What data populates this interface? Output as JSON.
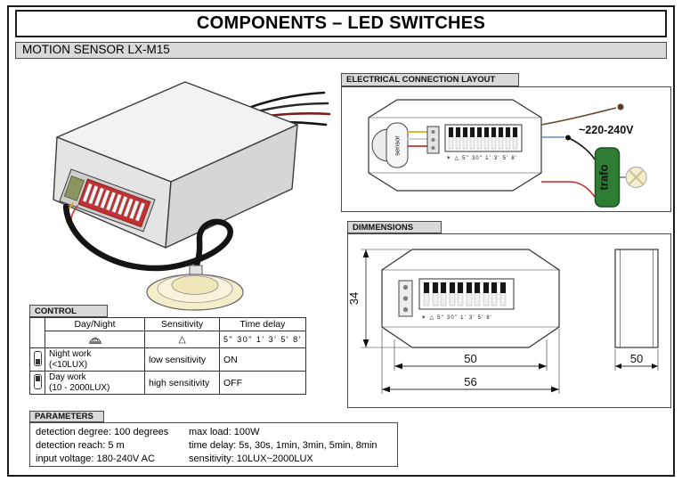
{
  "page": {
    "title": "COMPONENTS – LED SWITCHES",
    "subtitle": "MOTION SENSOR LX-M15"
  },
  "electrical": {
    "header": "ELECTRICAL CONNECTION LAYOUT",
    "sensor_label": "sensor",
    "dip_labels": "☀ △ 5\" 30\" 1' 3' 5' 8'",
    "voltage_label": "~220-240V",
    "trafo_label": "trafo"
  },
  "dimensions": {
    "header": "DIMMENSIONS",
    "dip_labels": "☀ △ 5\" 30\" 1' 3' 5' 8'",
    "height": "34",
    "inner_width": "50",
    "outer_width": "56",
    "side_depth": "50"
  },
  "control": {
    "header": "CONTROL",
    "columns": {
      "day_night": "Day/Night",
      "sensitivity": "Sensitivity",
      "time_delay": "Time delay"
    },
    "sensitivity_symbol": "△",
    "time_values": "5\" 30\" 1'  3'  5'  8'",
    "rows": [
      {
        "mode": "Night work",
        "range": "(<10LUX)",
        "sensitivity": "low sensitivity",
        "state": "ON"
      },
      {
        "mode": "Day work",
        "range": "(10 - 2000LUX)",
        "sensitivity": "high sensitivity",
        "state": "OFF"
      }
    ]
  },
  "parameters": {
    "header": "PARAMETERS",
    "left": [
      "detection degree: 100 degrees",
      "detection reach: 5 m",
      "input voltage: 180-240V AC"
    ],
    "right": [
      "max load: 100W",
      "time delay: 5s, 30s, 1min, 3min, 5min, 8min",
      "sensitivity: 10LUX~2000LUX"
    ]
  },
  "colors": {
    "trafo_green": "#2e7d32",
    "dip_red": "#c43030",
    "wire_brown": "#6b4632",
    "wire_blue": "#6688cc",
    "wire_red": "#cc2222",
    "lamp_fill": "#f5efd0"
  }
}
